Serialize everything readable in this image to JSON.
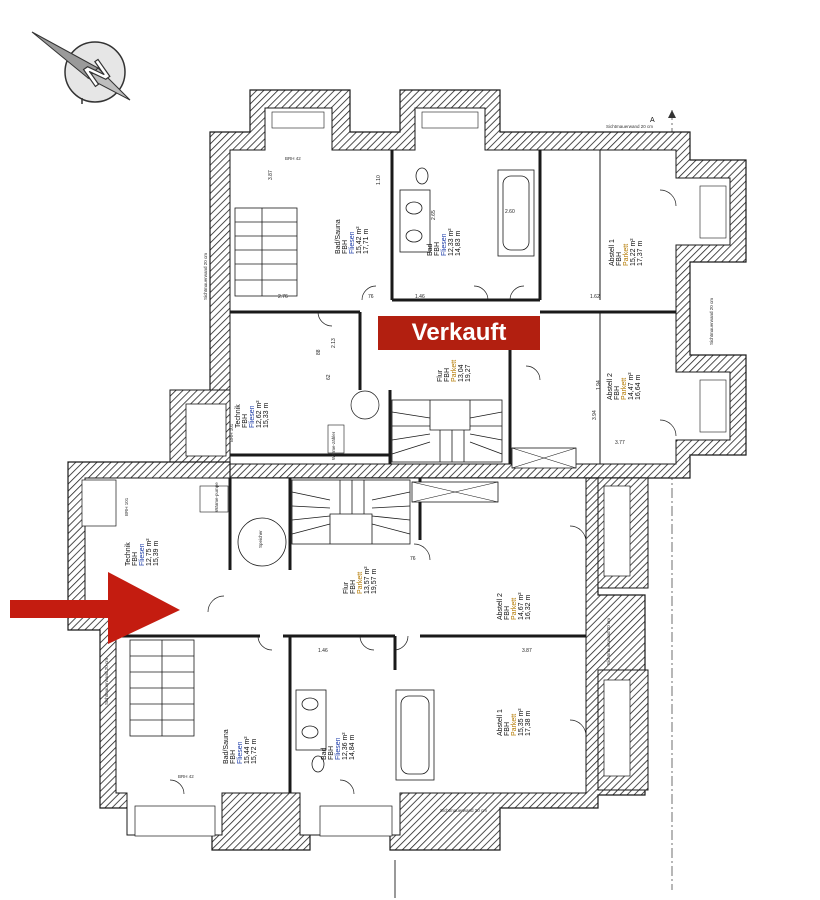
{
  "sold_banner": "Verkauft",
  "colors": {
    "banner": "#b21f10",
    "arrow": "#c41c10",
    "wall": "#1a1a1a",
    "heating_text": "#1a3aa8",
    "floor_text": "#b47a00"
  },
  "compass": {
    "letter": "N"
  },
  "section_marker": "A",
  "upper_unit": {
    "bad_sauna": {
      "name": "Bad/Sauna",
      "heat": "FBH",
      "floor": "Fliesen",
      "area1": "15,42 m²",
      "area2": "17,71 m"
    },
    "bad": {
      "name": "Bad",
      "heat": "FBH",
      "floor": "Fliesen",
      "area1": "12,33 m²",
      "area2": "14,83 m"
    },
    "abstell_1": {
      "name": "Abstell 1",
      "heat": "FBH",
      "floor": "Parkett",
      "area1": "15,22 m²",
      "area2": "17,37 m"
    },
    "abstell_2": {
      "name": "Abstell 2",
      "heat": "FBH",
      "floor": "Parkett",
      "area1": "14,47 m²",
      "area2": "16,64 m"
    },
    "flur": {
      "name": "Flur",
      "heat": "FBH",
      "floor": "Parkett",
      "area1": "13,04",
      "area2": "19,27"
    },
    "technik": {
      "name": "Technik",
      "heat": "FBH",
      "floor": "Fliesen",
      "area1": "12,62 m²",
      "area2": "15,33 m"
    }
  },
  "lower_unit": {
    "technik": {
      "name": "Technik",
      "heat": "FBH",
      "floor": "Fliesen",
      "area1": "12,75 m²",
      "area2": "15,39 m"
    },
    "flur": {
      "name": "Flur",
      "heat": "FBH",
      "floor": "Parkett",
      "area1": "13,57 m²",
      "area2": "19,57 m"
    },
    "abstell_2": {
      "name": "Abstell 2",
      "heat": "FBH",
      "floor": "Parkett",
      "area1": "14,67 m²",
      "area2": "16,32 m"
    },
    "abstell_1": {
      "name": "Abstell 1",
      "heat": "FBH",
      "floor": "Parkett",
      "area1": "15,35 m²",
      "area2": "17,38 m"
    },
    "bad_sauna": {
      "name": "Bad/Sauna",
      "heat": "FBH",
      "floor": "Fliesen",
      "area1": "15,44 m²",
      "area2": "15,72 m"
    },
    "bad": {
      "name": "Bad",
      "heat": "FBH",
      "floor": "Fliesen",
      "area1": "12,36 m²",
      "area2": "14,84 m"
    }
  },
  "equipment": {
    "speicher": "Speicher",
    "waermepumpe": "Wärme-pumpe",
    "waermezaehler": "Wärme-zähler"
  },
  "wall_notes": {
    "top": "Sichtmauerwand 20 cm",
    "right": "Sichtmauerwand 20 cm",
    "left": "Sichtmauerwand 20 cm",
    "bottom": "Sichtmauerwand 20 cm"
  },
  "dims": [
    "2.76",
    "1.46",
    "1.62",
    "76",
    "2.13",
    "1.10",
    "1.94",
    "2.65",
    "88",
    "62",
    "3.87",
    "3.77",
    "3.94",
    "2.60",
    "BRH 42",
    "BRH 101",
    "BRH 100"
  ]
}
